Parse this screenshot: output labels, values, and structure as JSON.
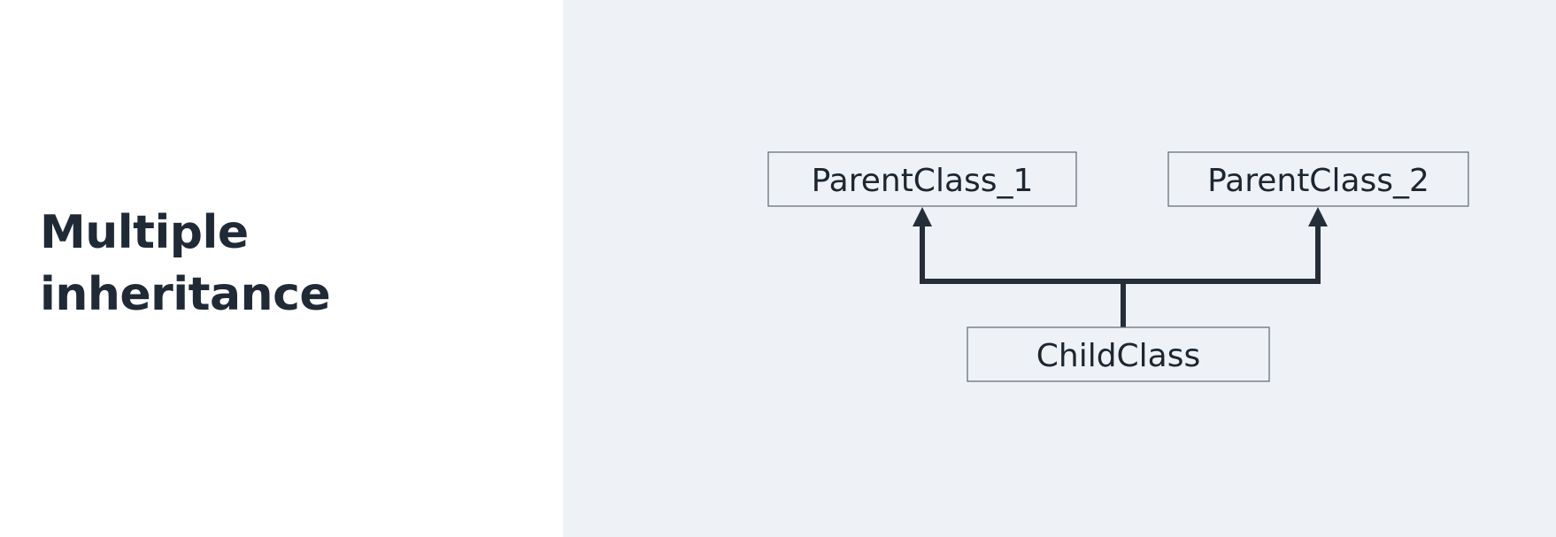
{
  "slide": {
    "title_line1": "Multiple",
    "title_line2": "inheritance"
  },
  "diagram": {
    "parents": [
      "ParentClass_1",
      "ParentClass_2"
    ],
    "child": "ChildClass"
  },
  "colors": {
    "title": "#1f2a36",
    "right_panel_bg": "#eef2f7",
    "box_border": "#5f666e",
    "connector": "#252e38"
  }
}
